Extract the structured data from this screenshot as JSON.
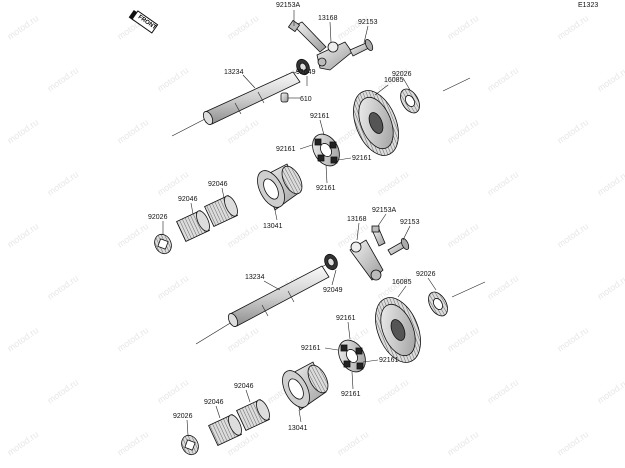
{
  "diagram_code": "E1323",
  "front_label": "FRONT",
  "watermark": "motod.ru",
  "labels": {
    "p92153a_top": "92153A",
    "p13168_top": "13168",
    "p92153_top": "92153",
    "p13234_top": "13234",
    "p16085_top": "16085",
    "p92026_top_right": "92026",
    "p92049_top": "92049",
    "p610": "610",
    "p92161_a": "92161",
    "p92161_b": "92161",
    "p92161_c": "92161",
    "p92161_d": "92161",
    "p92046_a": "92046",
    "p92046_b": "92046",
    "p92026_left_top": "92026",
    "p13041_top": "13041",
    "p13168_bottom": "13168",
    "p92153a_bottom": "92153A",
    "p92153_bottom": "92153",
    "p13234_bottom": "13234",
    "p92049_bottom": "92049",
    "p16085_bottom": "16085",
    "p92026_bottom_right": "92026",
    "p92161_e": "92161",
    "p92161_f": "92161",
    "p92161_g": "92161",
    "p92161_h": "92161",
    "p92046_c": "92046",
    "p92046_d": "92046",
    "p92026_left_bottom": "92026",
    "p13041_bottom": "13041"
  }
}
